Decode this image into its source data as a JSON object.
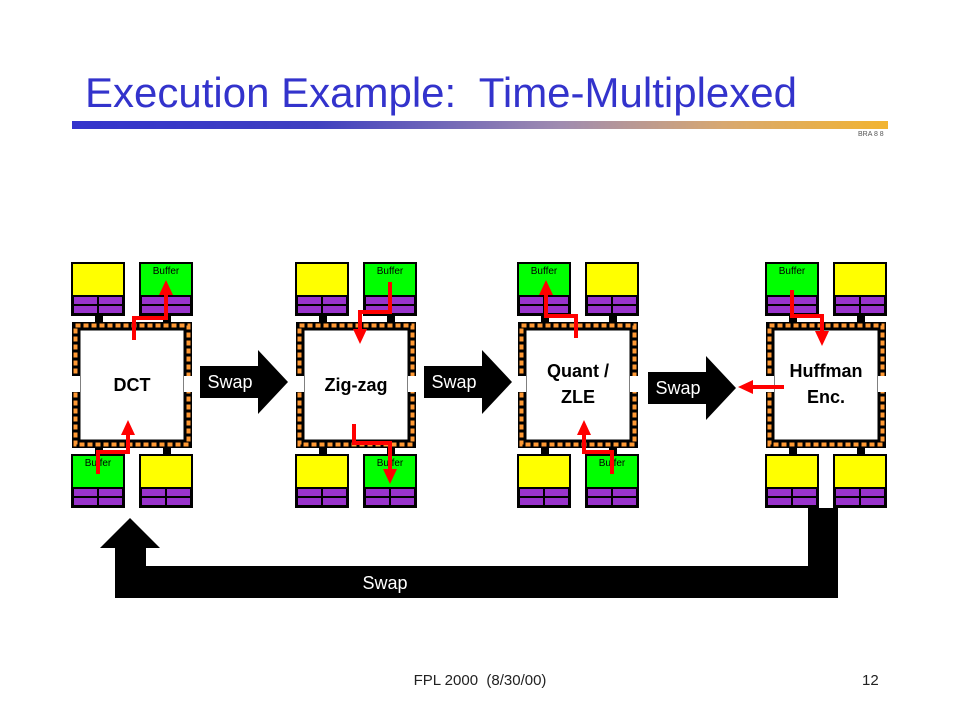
{
  "slide": {
    "title": "Execution Example:  Time-Multiplexed",
    "corner_tag": "BRA 8 8",
    "footer": "FPL 2000  (8/30/00)",
    "page_number": "12"
  },
  "colors": {
    "title": "#3333cc",
    "rule_start": "#3333cc",
    "rule_end": "#f2b431",
    "buffer_purple": "#9933cc",
    "chip_pins": "#ff9933",
    "flow_arrow": "#ff0000",
    "swap_arrow": "#000000"
  },
  "diagram": {
    "stages": [
      {
        "label_lines": [
          "DCT"
        ],
        "buffers": [
          {
            "fill": "#ffff00"
          },
          {
            "fill": "#00ff00",
            "label": "Buffer"
          },
          {
            "fill": "#00ff00",
            "label": "Buffer"
          },
          {
            "fill": "#ffff00"
          }
        ]
      },
      {
        "label_lines": [
          "Zig-zag"
        ],
        "buffers": [
          {
            "fill": "#ffff00"
          },
          {
            "fill": "#00ff00",
            "label": "Buffer"
          },
          {
            "fill": "#ffff00"
          },
          {
            "fill": "#00ff00",
            "label": "Buffer"
          }
        ]
      },
      {
        "label_lines": [
          "Quant /",
          "ZLE"
        ],
        "buffers": [
          {
            "fill": "#00ff00",
            "label": "Buffer"
          },
          {
            "fill": "#ffff00"
          },
          {
            "fill": "#ffff00"
          },
          {
            "fill": "#00ff00",
            "label": "Buffer"
          }
        ]
      },
      {
        "label_lines": [
          "Huffman",
          "Enc."
        ],
        "buffers": [
          {
            "fill": "#00ff00",
            "label": "Buffer"
          },
          {
            "fill": "#ffff00"
          },
          {
            "fill": "#ffff00"
          },
          {
            "fill": "#ffff00"
          }
        ]
      }
    ],
    "swap_arrows": [
      {
        "label": "Swap"
      },
      {
        "label": "Swap"
      },
      {
        "label": "Swap"
      }
    ],
    "return_swap": {
      "label": "Swap"
    }
  }
}
